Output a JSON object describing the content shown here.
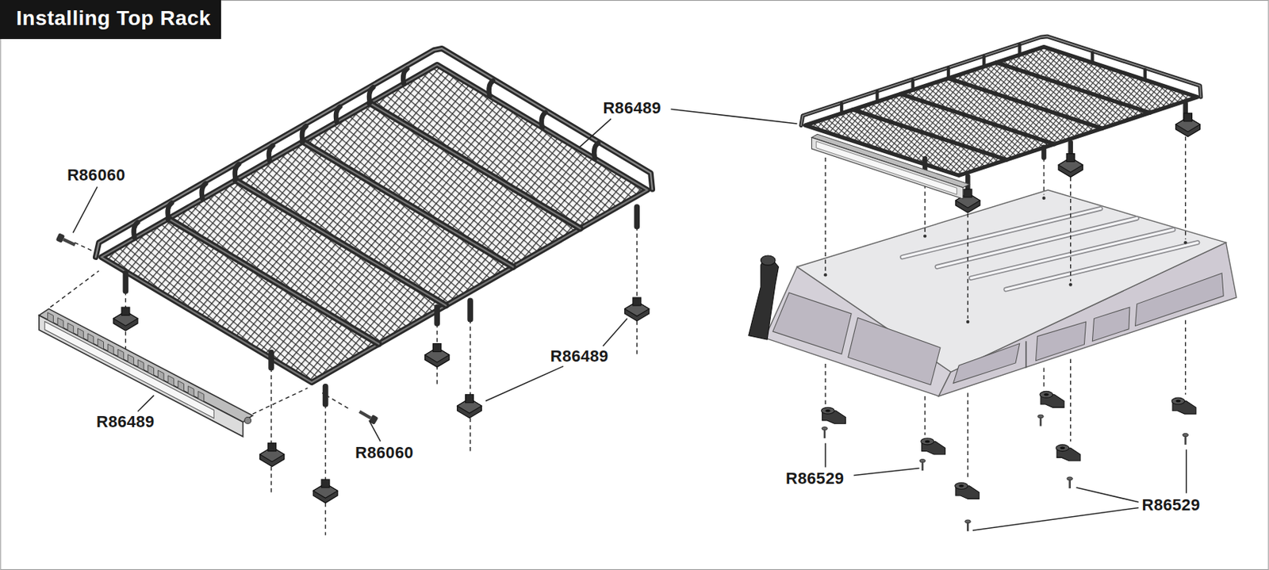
{
  "diagram": {
    "title": "Installing Top Rack",
    "labels": [
      "R86489",
      "R86060",
      "R86489",
      "R86489",
      "R86060",
      "R86529",
      "R86529"
    ]
  }
}
